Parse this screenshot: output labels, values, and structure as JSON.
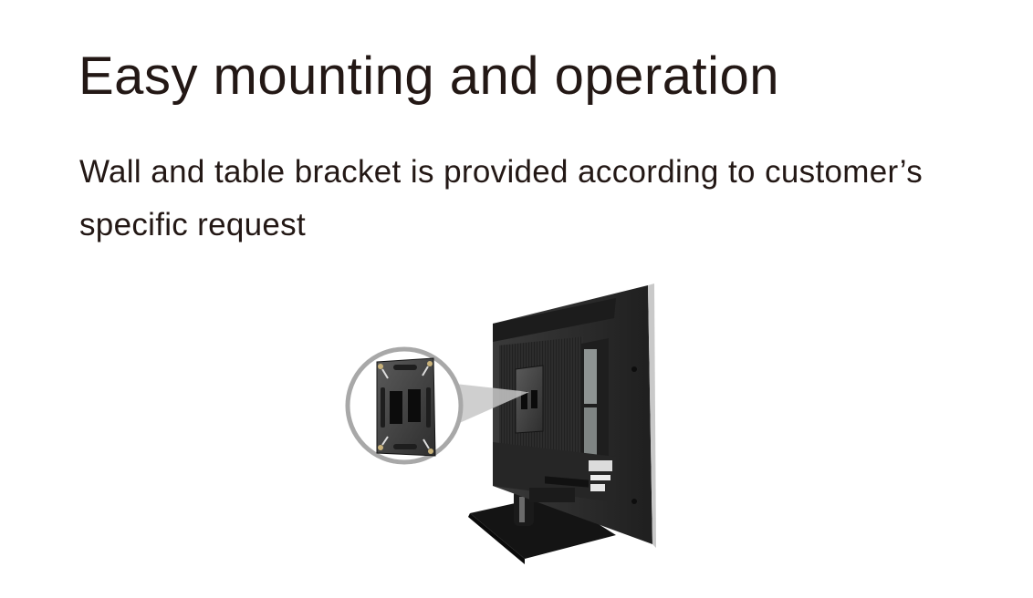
{
  "section": {
    "title": "Easy mounting and operation",
    "description": "Wall and table bracket is provided according to customer’s specific request"
  },
  "figure": {
    "subject": "Rear view of LCD TV on table stand with VESA wall mount bracket",
    "callout": "Magnified view of VESA mounting plate"
  },
  "colors": {
    "text": "#231815",
    "background": "#ffffff",
    "tv_body": "#2b2b2b",
    "callout_ring": "#a8a8a8"
  }
}
